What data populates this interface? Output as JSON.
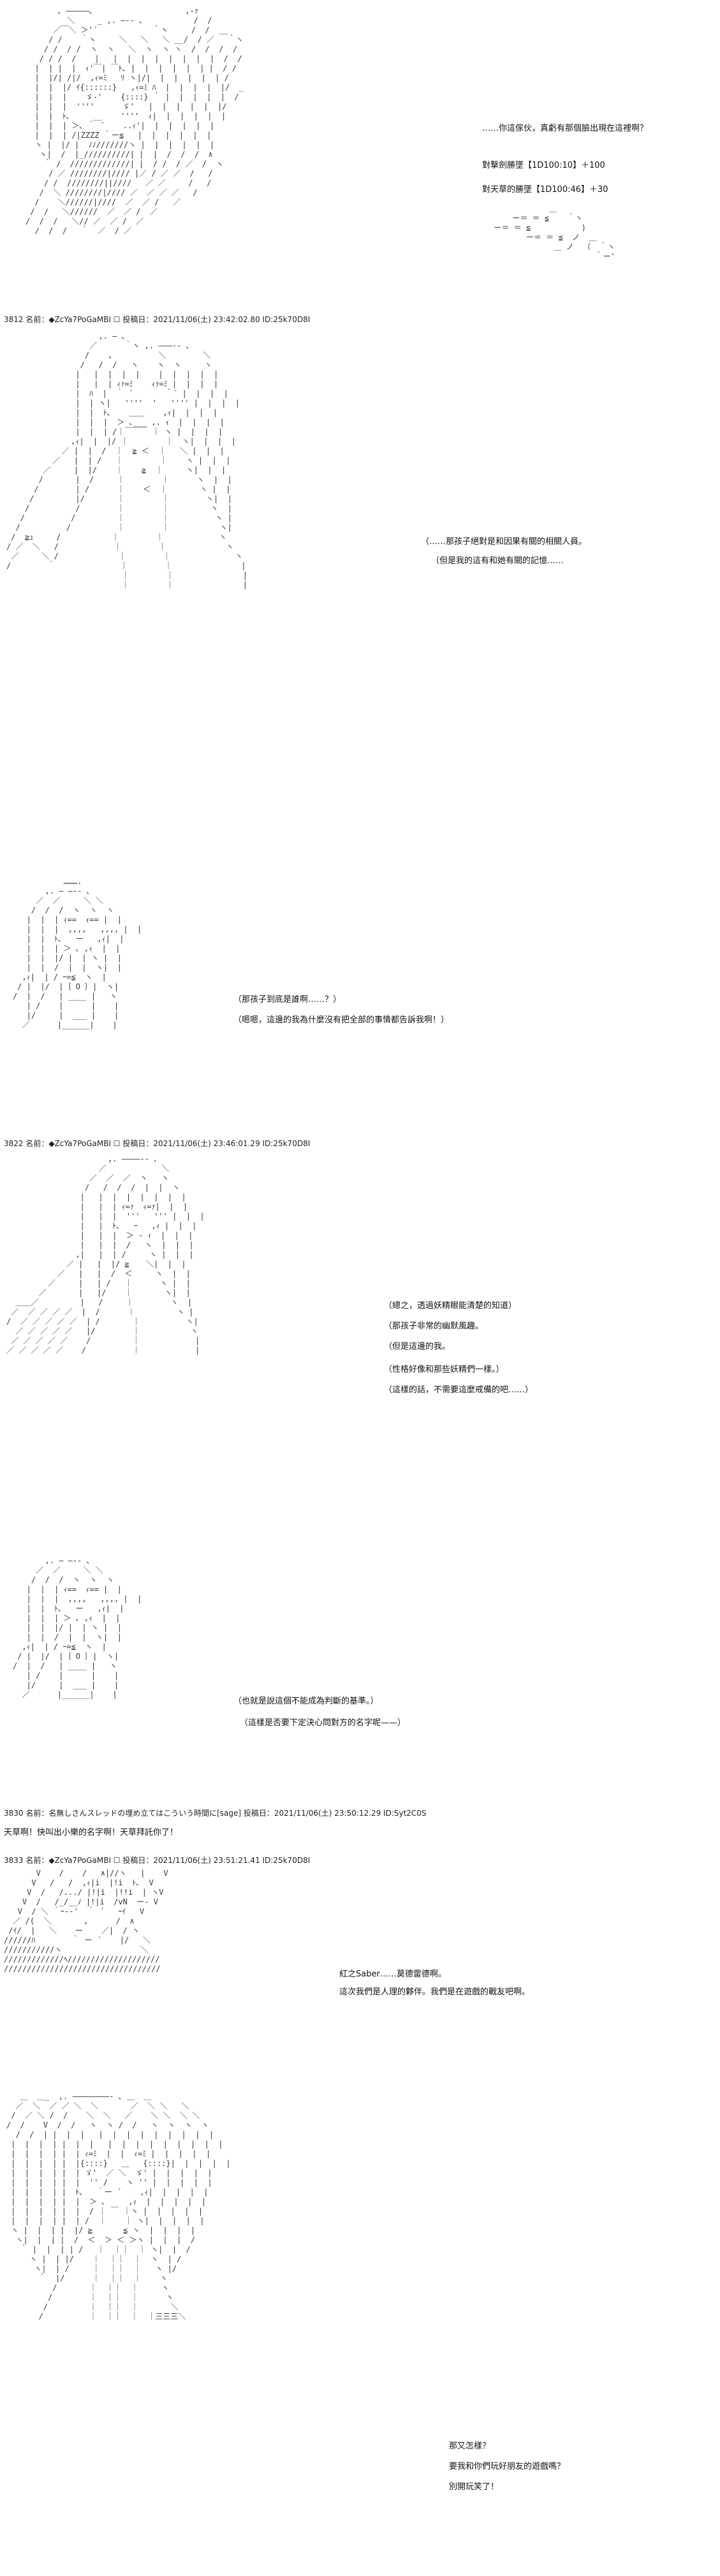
{
  "panel1": {
    "dialogue": [
      "……你這傢伙，真虧有那個臉出現在這裡啊？",
      "對撃劍勝墜【1D100:10】＋100",
      "對天草的勝墜【1D100:46】＋30"
    ]
  },
  "post1": {
    "header": "3812 名前：◆ZcYa7PoGaMBI ☐ 投稿日：2021/11/06(土) 23:42:02.80 ID:25k70D8I"
  },
  "panel2": {
    "dialogue": [
      "（……那孩子絕對是和因果有關的相關人員。",
      "（但是我的這有和她有關的記憶……"
    ]
  },
  "panel3": {
    "dialogue": [
      "（那孩子到底是誰啊……？）",
      "（嗯嗯，這邊的我為什麼沒有把全部的事情都告訴我啊！）"
    ]
  },
  "post2": {
    "header": "3822 名前：◆ZcYa7PoGaMBI ☐ 投稿日：2021/11/06(土) 23:46:01.29 ID:25k70D8I"
  },
  "panel4": {
    "dialogue": [
      "（總之，透過妖精眼能清楚的知道）",
      "（那孩子非常的幽默風趣。",
      "（但是這邊的我。",
      "（性格好像和那些妖精們一樣。）",
      "（這樣的話，不需要這麼戒備的吧……）"
    ]
  },
  "panel5": {
    "dialogue": [
      "（也就是說這個不能成為判斷的基準。）",
      "（這樣是否要下定決心問對方的名字呢——）"
    ]
  },
  "post3": {
    "header": "3830 名前：名無しさんスレッドの埋め立てはこういう時間に[sage] 投稿日：2021/11/06(土) 23:50:12.29 ID:Syt2C0S",
    "comment": "天草啊！快叫出小樂的名字啊！天草拜託你了！"
  },
  "post4": {
    "header": "3833 名前：◆ZcYa7PoGaMBI ☐ 投稿日：2021/11/06(土) 23:51:21.41 ID:25k70D8I"
  },
  "panel6": {
    "dialogue": [
      "紅之Saber……莫德雷德啊。",
      "這次我們是人理的夥伴。我們是在遊戲的戰友吧啊。"
    ]
  },
  "panel7": {
    "dialogue": [
      "那又怎樣？",
      "要我和你們玩好朋友的遊戲嗎？",
      "別開玩笑了！"
    ]
  }
}
